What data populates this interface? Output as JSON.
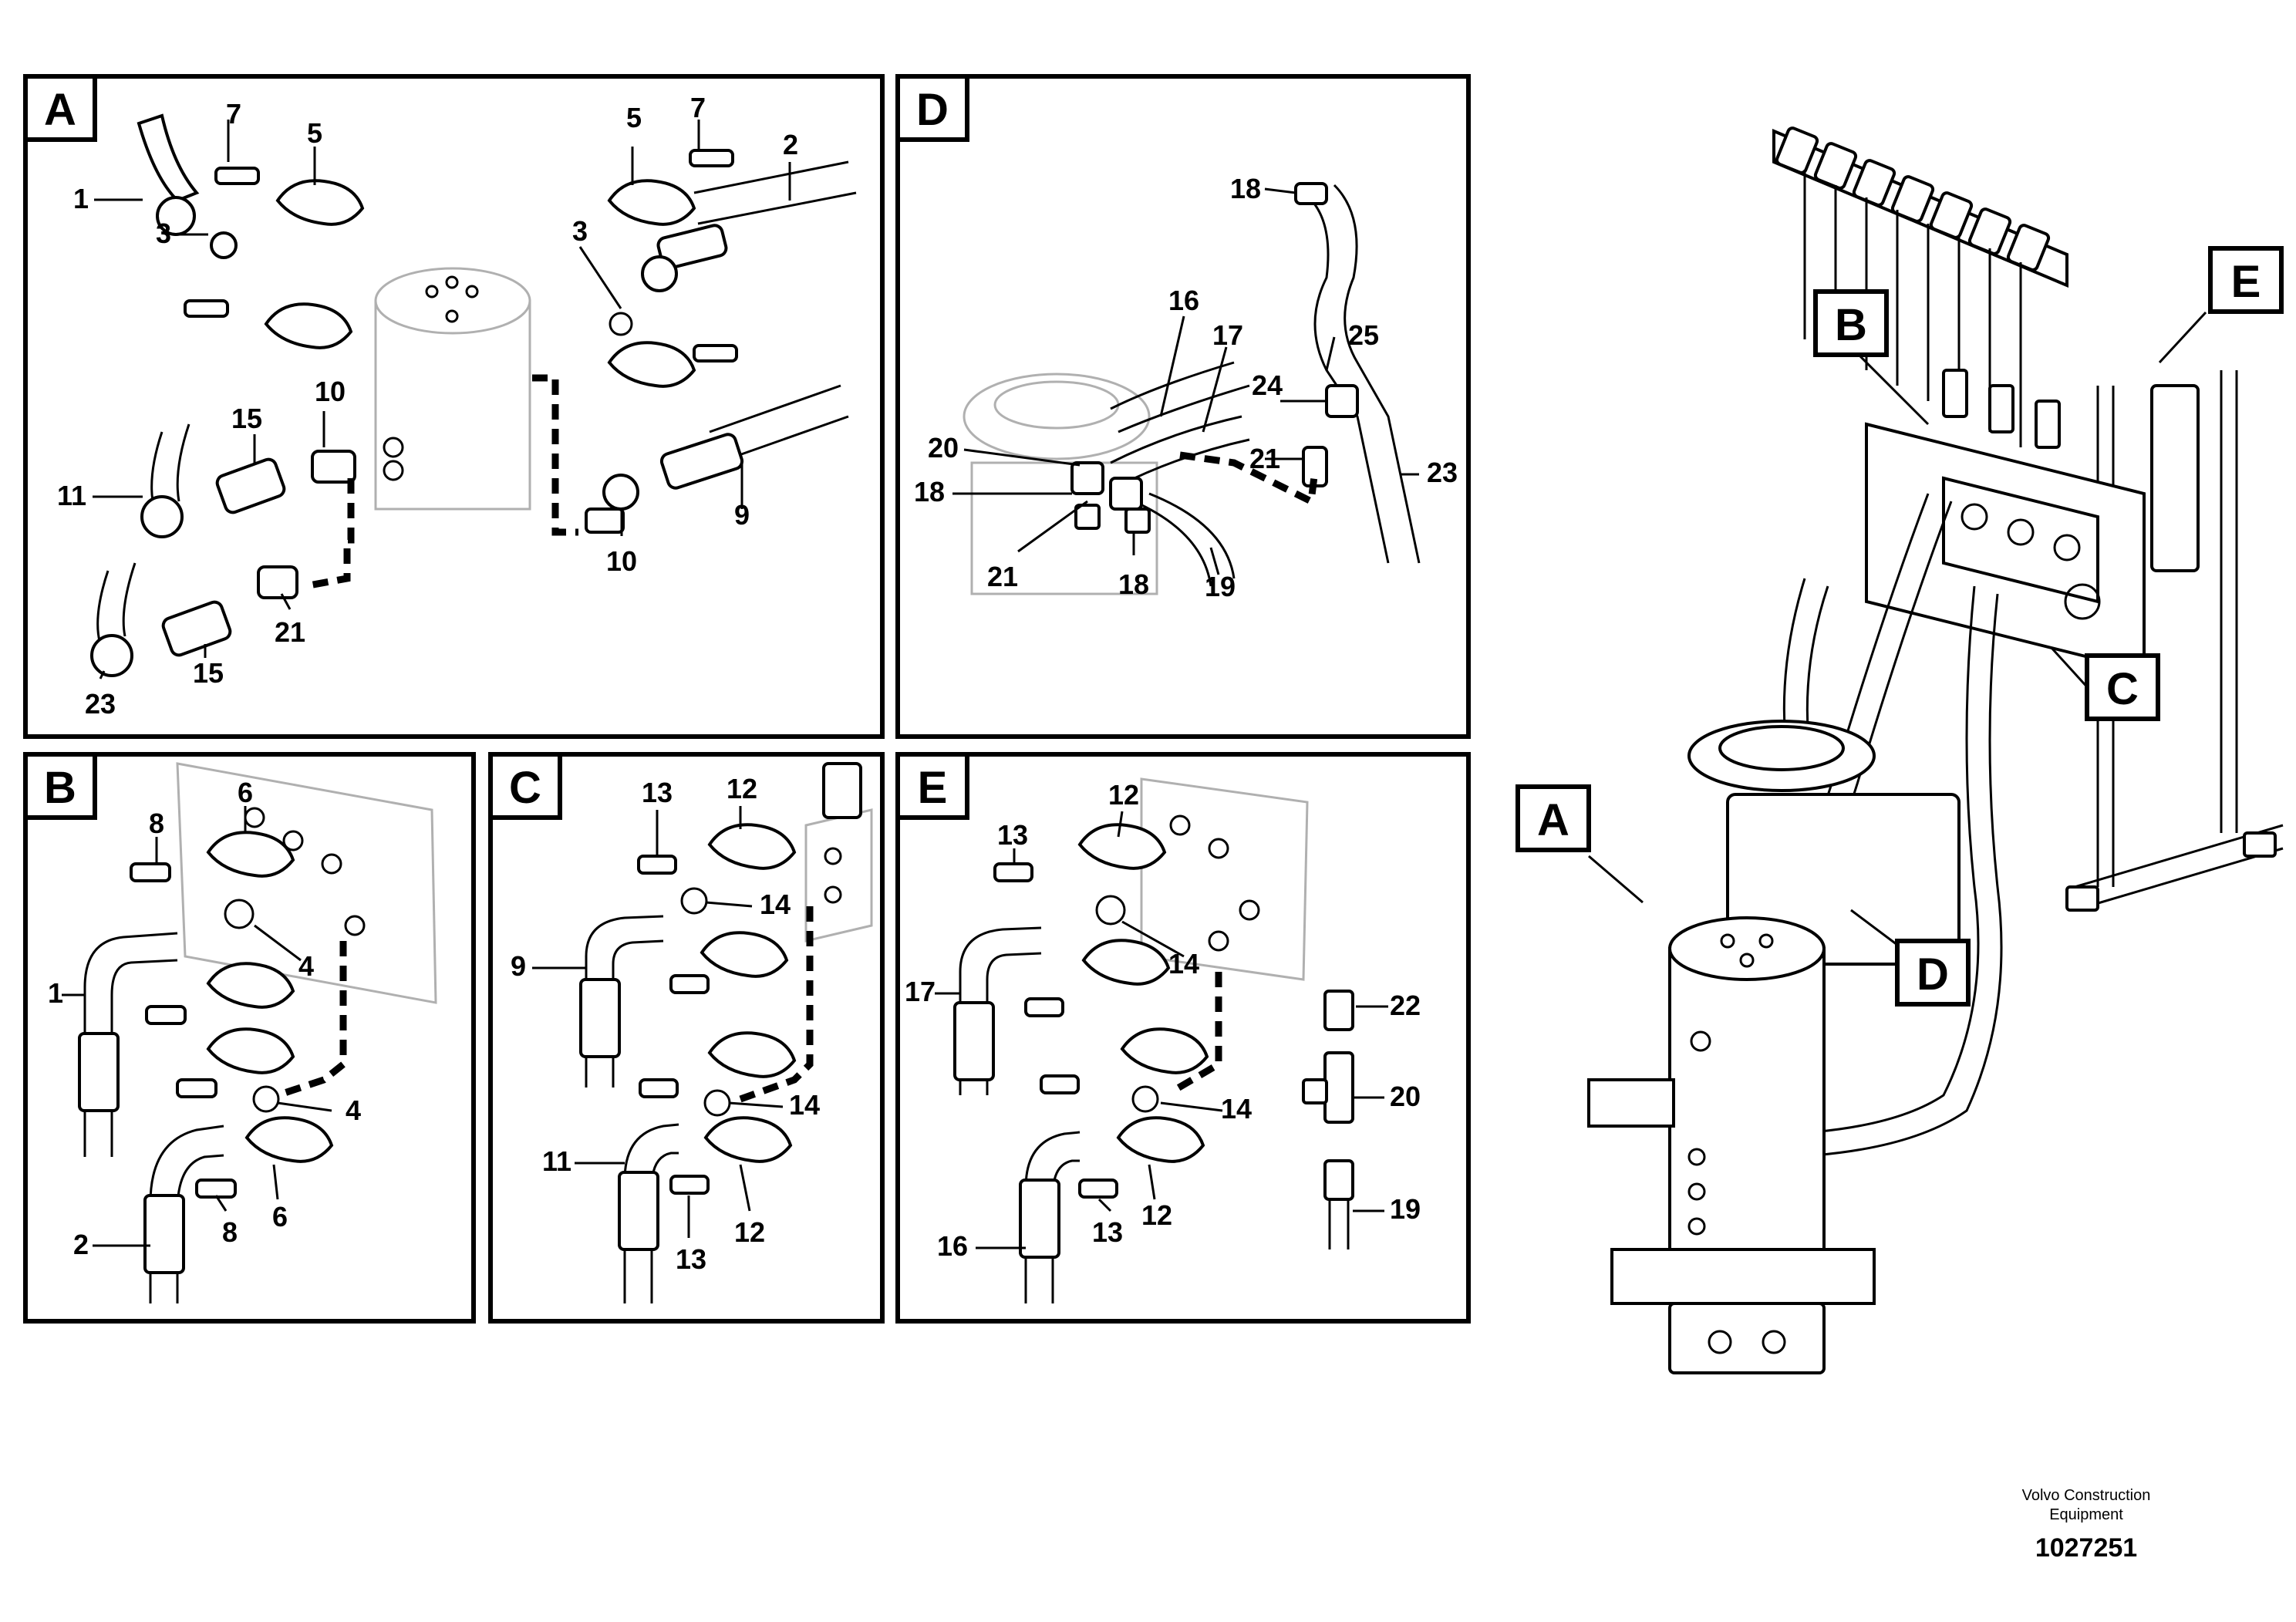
{
  "panels": {
    "A": {
      "label": "A",
      "callouts": [
        "1",
        "7",
        "5",
        "3",
        "15",
        "10",
        "11",
        "23",
        "15",
        "21",
        "5",
        "7",
        "2",
        "3",
        "9",
        "10"
      ]
    },
    "B": {
      "label": "B",
      "callouts": [
        "6",
        "8",
        "4",
        "1",
        "4",
        "2",
        "8",
        "6"
      ]
    },
    "C": {
      "label": "C",
      "callouts": [
        "13",
        "12",
        "14",
        "9",
        "14",
        "11",
        "13",
        "12"
      ]
    },
    "D": {
      "label": "D",
      "callouts": [
        "18",
        "16",
        "17",
        "25",
        "24",
        "20",
        "21",
        "23",
        "18",
        "21",
        "18",
        "19"
      ]
    },
    "E": {
      "label": "E",
      "callouts": [
        "12",
        "13",
        "14",
        "17",
        "22",
        "20",
        "14",
        "16",
        "13",
        "12",
        "19"
      ]
    }
  },
  "overview": {
    "tags": [
      "E",
      "B",
      "C",
      "A",
      "D"
    ]
  },
  "footer": {
    "company_line1": "Volvo Construction",
    "company_line2": "Equipment",
    "drawing_number": "1027251"
  }
}
